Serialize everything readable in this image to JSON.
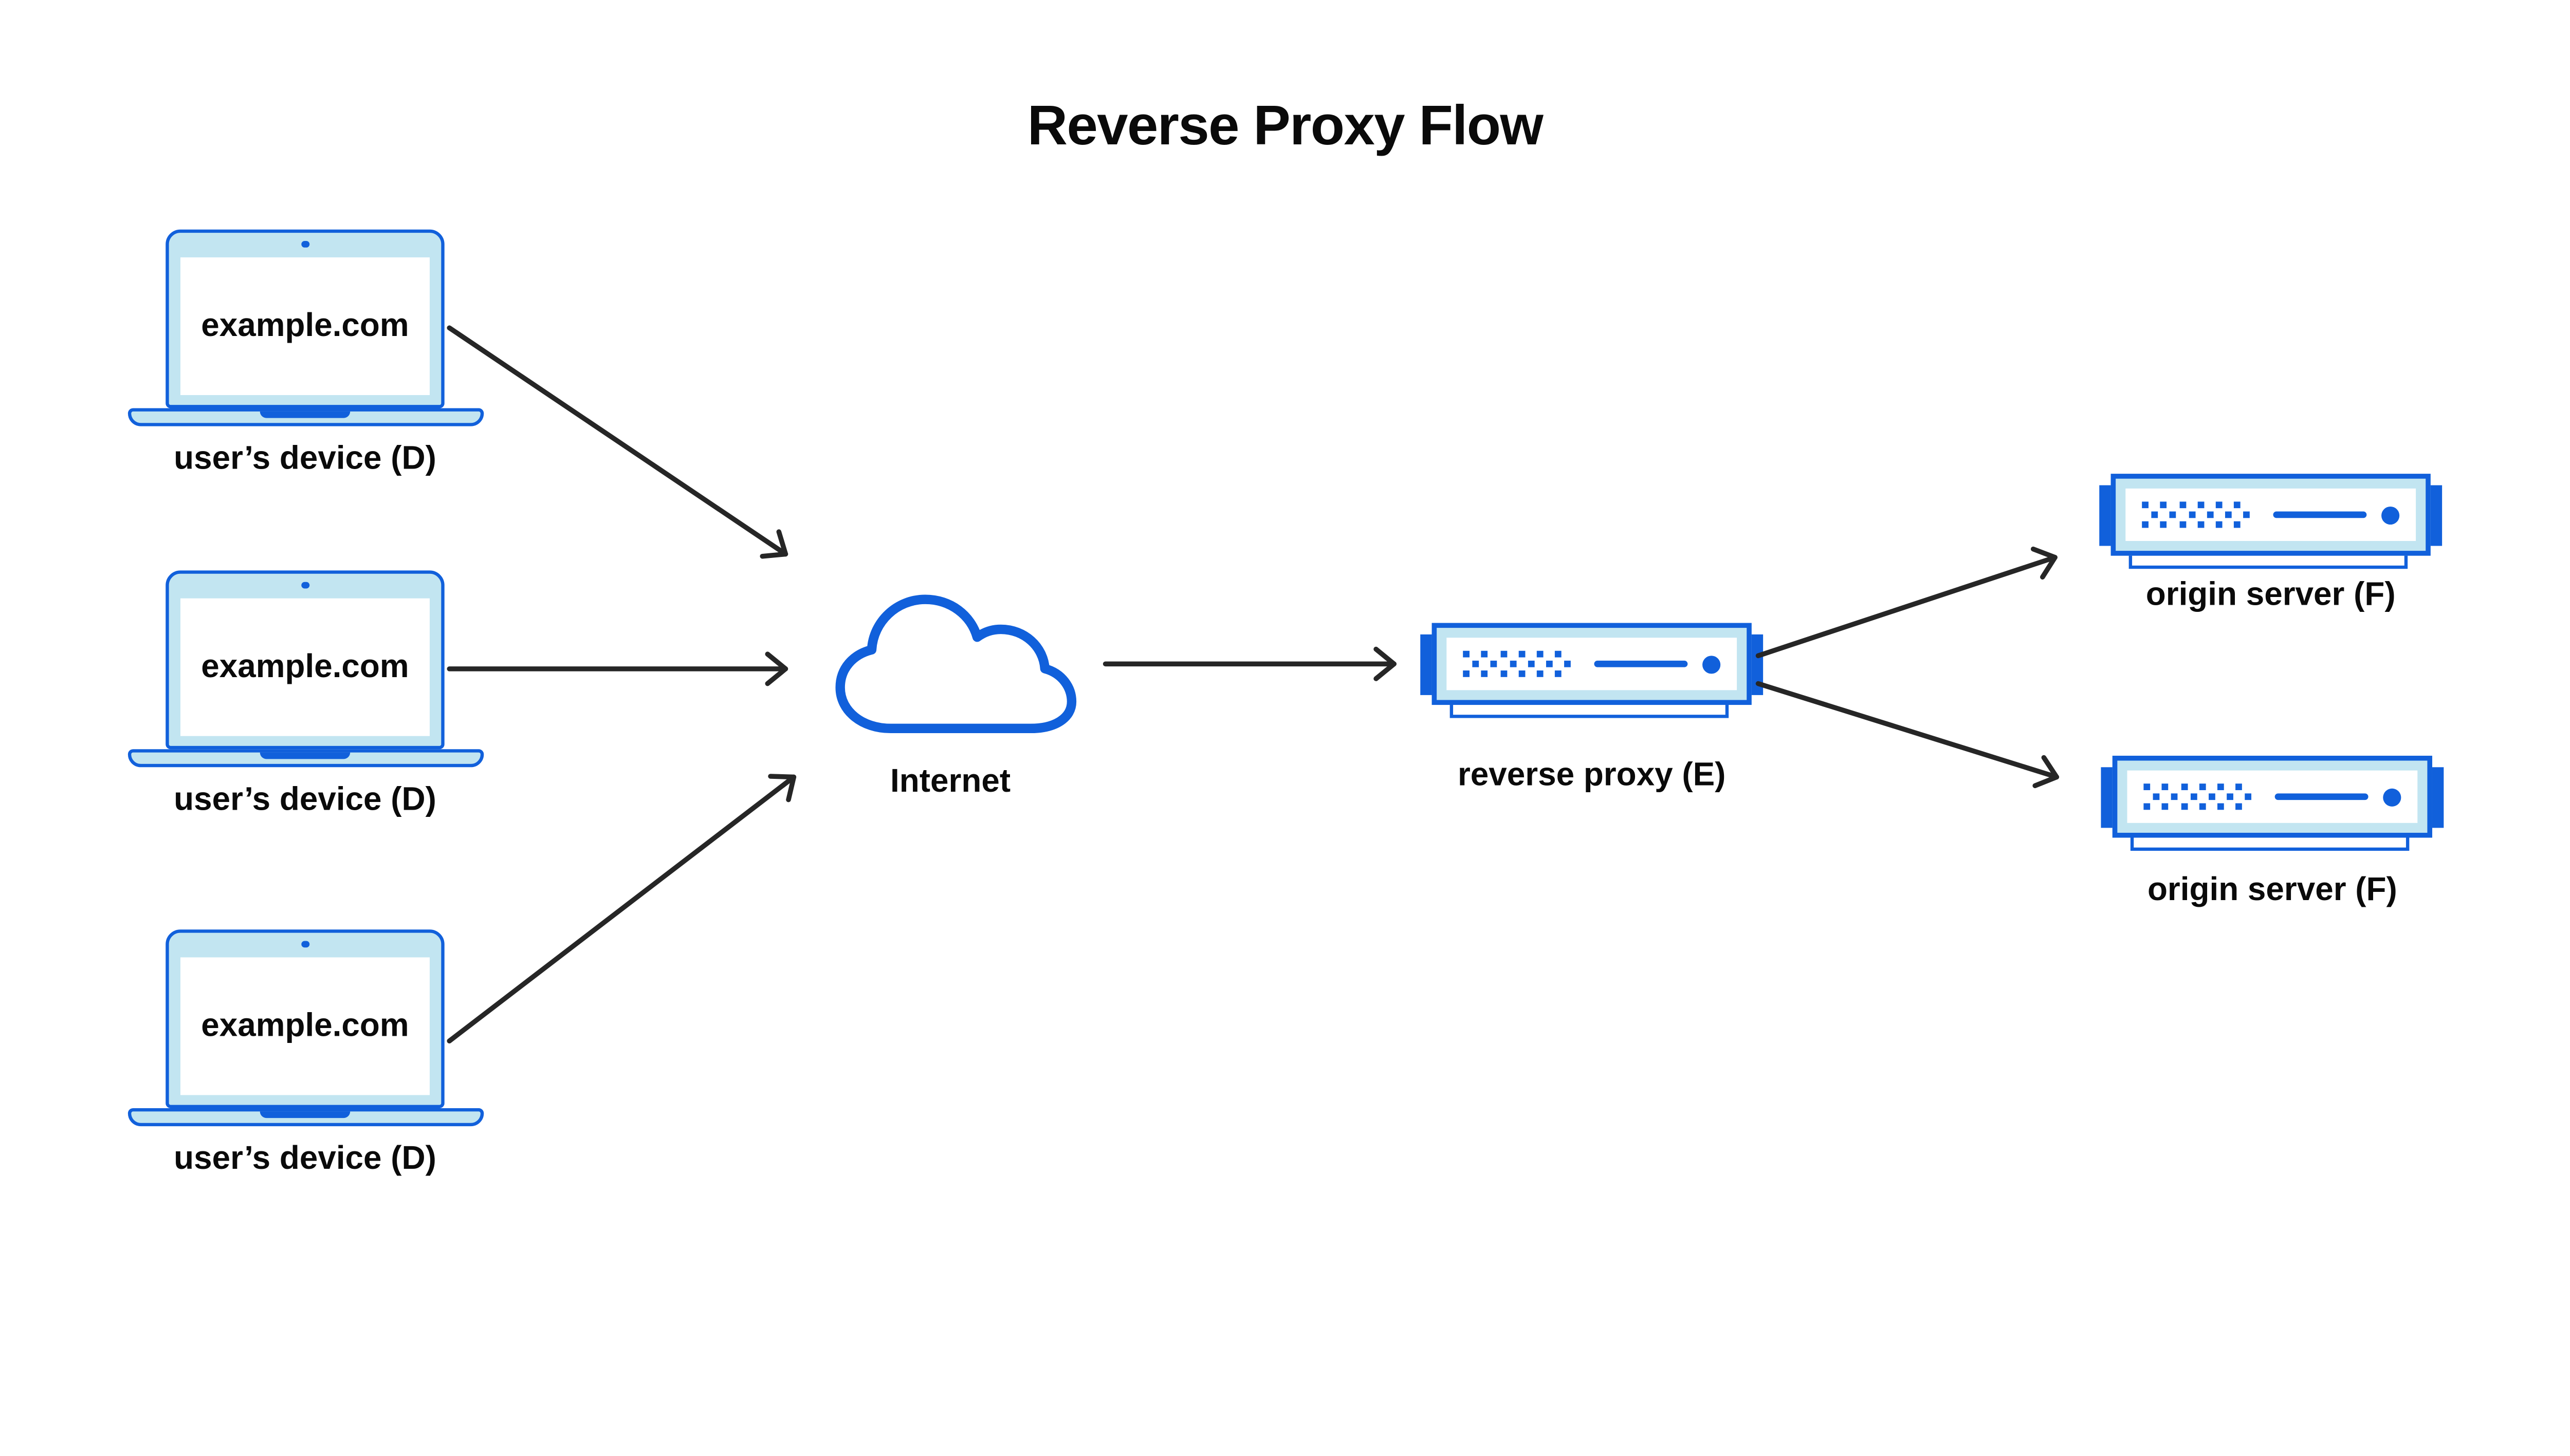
{
  "title": "Reverse Proxy Flow",
  "devices": [
    {
      "screen_text": "example.com",
      "label": "user’s device (D)"
    },
    {
      "screen_text": "example.com",
      "label": "user’s device (D)"
    },
    {
      "screen_text": "example.com",
      "label": "user’s device (D)"
    }
  ],
  "internet": {
    "label": "Internet"
  },
  "reverse_proxy": {
    "label": "reverse proxy (E)"
  },
  "origin_servers": [
    {
      "label": "origin server (F)"
    },
    {
      "label": "origin server (F)"
    }
  ],
  "icons": {
    "device": "laptop-icon",
    "device_camera": "webcam-dot-icon",
    "internet": "cloud-icon",
    "server": "rack-server-icon",
    "server_vents": "server-vents-icon",
    "server_slot": "server-slot-icon",
    "server_led": "server-led-icon",
    "arrow_head": "chevron-arrowhead-icon"
  },
  "colors": {
    "blue": "#1160DB",
    "light_blue": "#C2E5F1",
    "arrow": "#262626",
    "text": "#000000",
    "background": "#FFFFFF"
  }
}
